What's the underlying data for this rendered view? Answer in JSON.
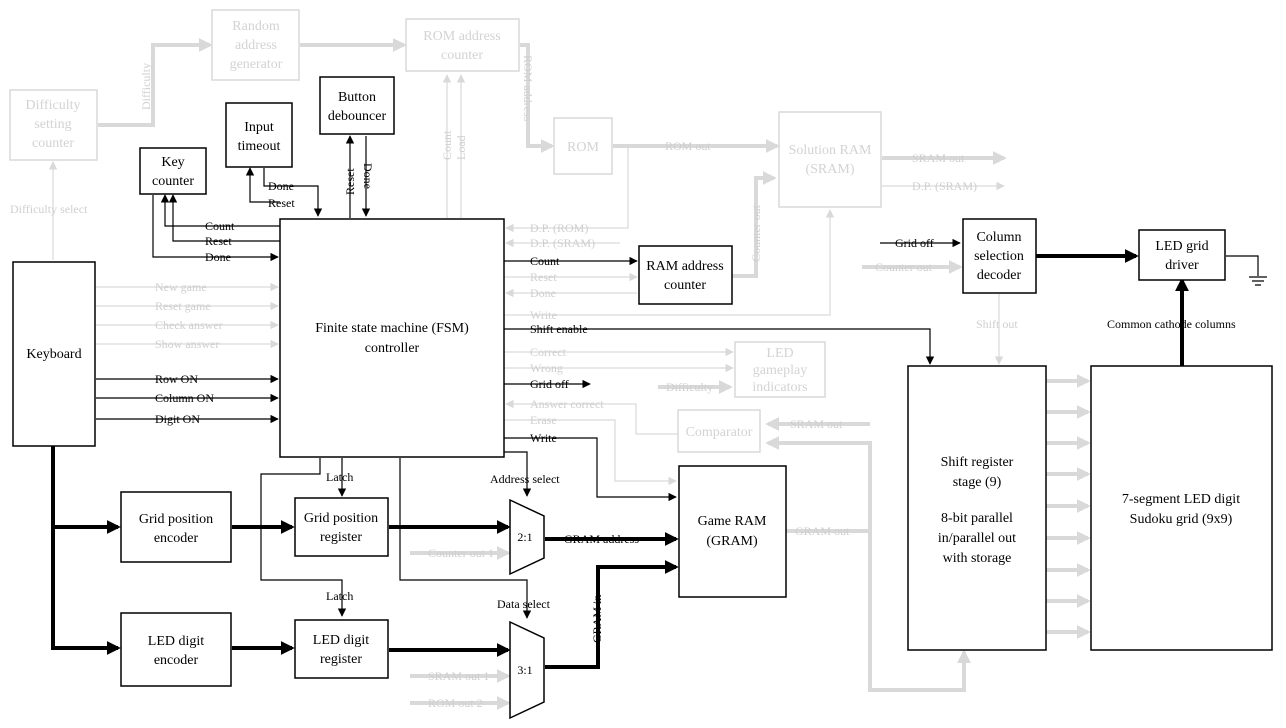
{
  "blocks": {
    "difficulty_counter": [
      "Difficulty",
      "setting",
      "counter"
    ],
    "random_gen": [
      "Random",
      "address",
      "generator"
    ],
    "rom_counter": [
      "ROM address",
      "counter"
    ],
    "rom": [
      "ROM"
    ],
    "solution_ram": [
      "Solution RAM",
      "(SRAM)"
    ],
    "key_counter": [
      "Key",
      "counter"
    ],
    "input_timeout": [
      "Input",
      "timeout"
    ],
    "button_debouncer": [
      "Button",
      "debouncer"
    ],
    "fsm": [
      "Finite state machine (FSM)",
      "controller"
    ],
    "ram_addr_counter": [
      "RAM address",
      "counter"
    ],
    "keyboard": [
      "Keyboard"
    ],
    "led_indicators": [
      "LED",
      "gameplay",
      "indicators"
    ],
    "comparator": [
      "Comparator"
    ],
    "grid_encoder": [
      "Grid position",
      "encoder"
    ],
    "grid_register": [
      "Grid position",
      "register"
    ],
    "digit_encoder": [
      "LED digit",
      "encoder"
    ],
    "digit_register": [
      "LED digit",
      "register"
    ],
    "gram": [
      "Game RAM",
      "(GRAM)"
    ],
    "column_decoder": [
      "Column",
      "selection",
      "decoder"
    ],
    "led_driver": [
      "LED grid",
      "driver"
    ],
    "shift_register": [
      "Shift register",
      "stage (9)",
      "",
      "8-bit parallel",
      "in/parallel out",
      "with storage"
    ],
    "led_grid": [
      "7-segment LED digit",
      "Sudoku grid (9x9)"
    ],
    "mux_addr": "2:1",
    "mux_data": "3:1"
  },
  "signals": {
    "difficulty": "Difficulty",
    "difficulty_select": "Difficulty select",
    "rom_address": "ROM address",
    "count": "Count",
    "load": "Load",
    "rom_out": "ROM out",
    "sram_out": "SRAM out",
    "dp_sram": "D.P. (SRAM)",
    "dp_rom": "D.P. (ROM)",
    "done": "Done",
    "reset": "Reset",
    "counter_out": "Counter out",
    "new_game": "New game",
    "reset_game": "Reset game",
    "check_answer": "Check answer",
    "show_answer": "Show answer",
    "row_on": "Row ON",
    "column_on": "Column ON",
    "digit_on": "Digit ON",
    "write": "Write",
    "shift_enable": "Shift enable",
    "correct": "Correct",
    "wrong": "Wrong",
    "grid_off": "Grid off",
    "answer_correct": "Answer correct",
    "erase": "Erase",
    "latch": "Latch",
    "address_select": "Address select",
    "data_select": "Data select",
    "gram_address": "GRAM address",
    "gram_in": "GRAM in",
    "gram_out": "GRAM out",
    "counter_out_1": "Counter out 1",
    "sram_out_1": "SRAM out 1",
    "rom_out_2": "ROM out 2",
    "shift_out": "Shift out",
    "common_cathode": "Common cathode columns"
  },
  "colors": {
    "active": "#000000",
    "faded": "#d9d9d9"
  }
}
